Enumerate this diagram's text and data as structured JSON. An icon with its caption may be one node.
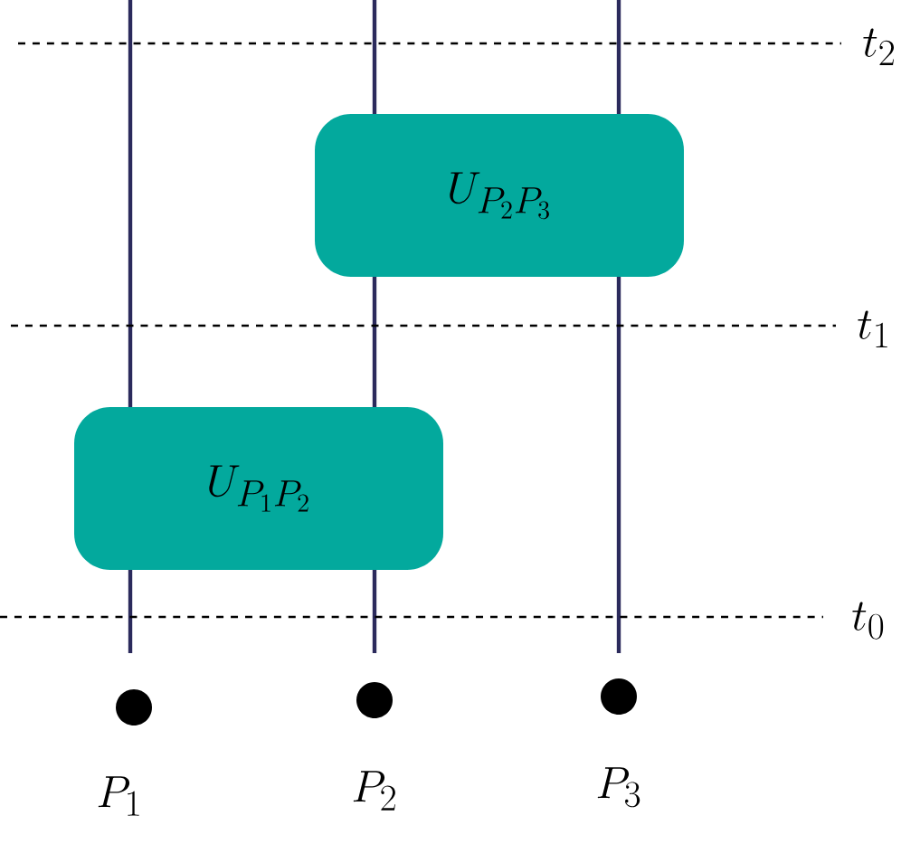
{
  "diagram": {
    "nodes": [
      {
        "text": [
          "U_{P_2P_3}"
        ]
      },
      {
        "text": [
          "U_{P_1P_2}"
        ]
      },
      {
        "text": [],
        "shape": "circle",
        "beside": [
          "P_1"
        ]
      },
      {
        "text": [],
        "shape": "circle",
        "beside": [
          "P_2"
        ]
      },
      {
        "text": [],
        "shape": "circle",
        "beside": [
          "P_3"
        ]
      }
    ],
    "labels": [
      "t_2",
      "t_1",
      "t_0"
    ]
  }
}
